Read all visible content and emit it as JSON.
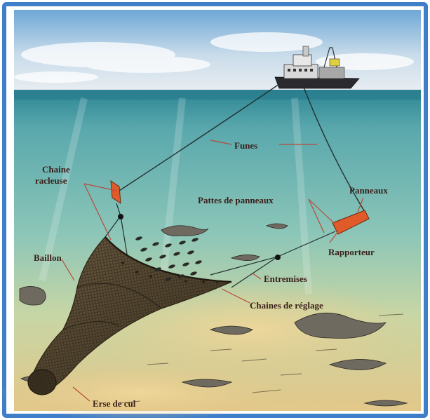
{
  "labels": {
    "funes": "Funes",
    "chaine": "Chaine",
    "racleuse": "racleuse",
    "pattes": "Pattes de panneaux",
    "panneaux": "Panneaux",
    "rapporteur": "Rapporteur",
    "baillon": "Baillon",
    "entremises": "Entremises",
    "chaines_reglage": "Chaines de réglage",
    "erse": "Erse de cul"
  },
  "colors": {
    "frame_blue": "#3f7fc9",
    "sky_top": "#7fb4dc",
    "sea_surface": "#2f8a98",
    "sea_deep": "#7fc0b4",
    "seabed": "#e0c487",
    "net": "#4a3c2a",
    "door": "#e05a2a",
    "leader_line": "#b84a3a",
    "label_text": "#3a1f1a"
  },
  "icons": {
    "ship": "trawler-ship-icon",
    "door": "trawl-door-icon",
    "net": "trawl-net-icon",
    "fish": "fish-icon",
    "rock": "seabed-rock-icon"
  }
}
